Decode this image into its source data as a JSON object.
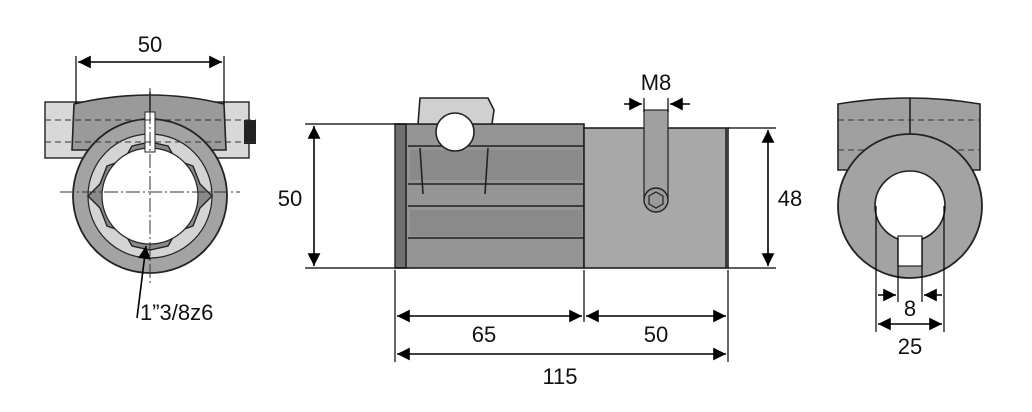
{
  "colors": {
    "body_dark": "#8f8f8f",
    "body_mid": "#a6a6a6",
    "body_light": "#d3d3d3",
    "bore": "#ffffff",
    "line": "#000000"
  },
  "left_view": {
    "width_label": "50",
    "spline_label": "1”3/8z6"
  },
  "center_view": {
    "height_label": "50",
    "screw_label": "M8",
    "right_height_label": "48",
    "len_a_label": "65",
    "len_b_label": "50",
    "total_label": "115"
  },
  "right_view": {
    "keyway_label": "8",
    "bore_label": "25"
  }
}
